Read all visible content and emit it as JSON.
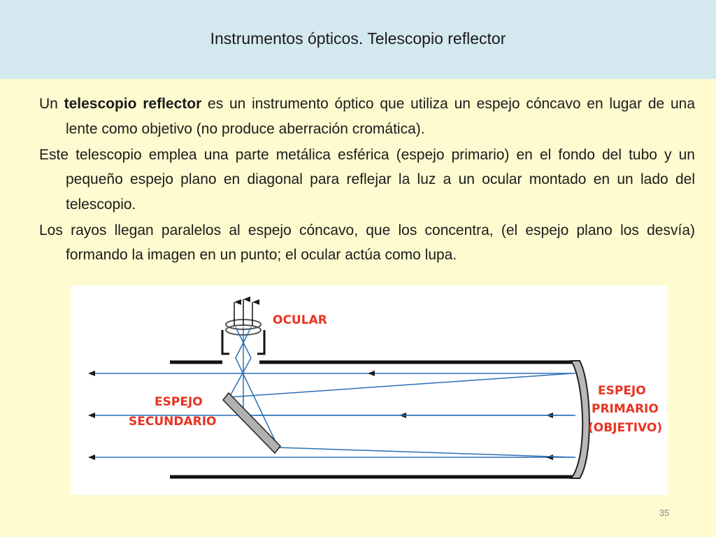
{
  "slide": {
    "title": "Instrumentos ópticos. Telescopio reflector",
    "paragraphs": [
      {
        "lead": "Un ",
        "bold": "telescopio reflector",
        "rest": " es un instrumento óptico que utiliza un espejo cóncavo en lugar de una lente como objetivo (no produce aberración cromática)."
      },
      {
        "text": "Este telescopio emplea una parte metálica esférica (espejo primario) en el fondo del tubo y un pequeño espejo plano en diagonal para reflejar la luz a un ocular montado en un lado del telescopio."
      },
      {
        "text": "Los rayos llegan paralelos al espejo cóncavo, que los concentra, (el espejo plano los desvía) formando la imagen en un punto; el ocular actúa como lupa."
      }
    ],
    "page_number": "35"
  },
  "diagram": {
    "labels": {
      "ocular": "OCULAR",
      "secondary_line1": "ESPEJO",
      "secondary_line2": "SECUNDARIO",
      "primary_line1": "ESPEJO",
      "primary_line2": "PRIMARIO",
      "primary_line3": "(OBJETIVO)"
    },
    "colors": {
      "ray": "#2a6fb5",
      "label": "#e8331f",
      "tube": "#111111"
    }
  }
}
